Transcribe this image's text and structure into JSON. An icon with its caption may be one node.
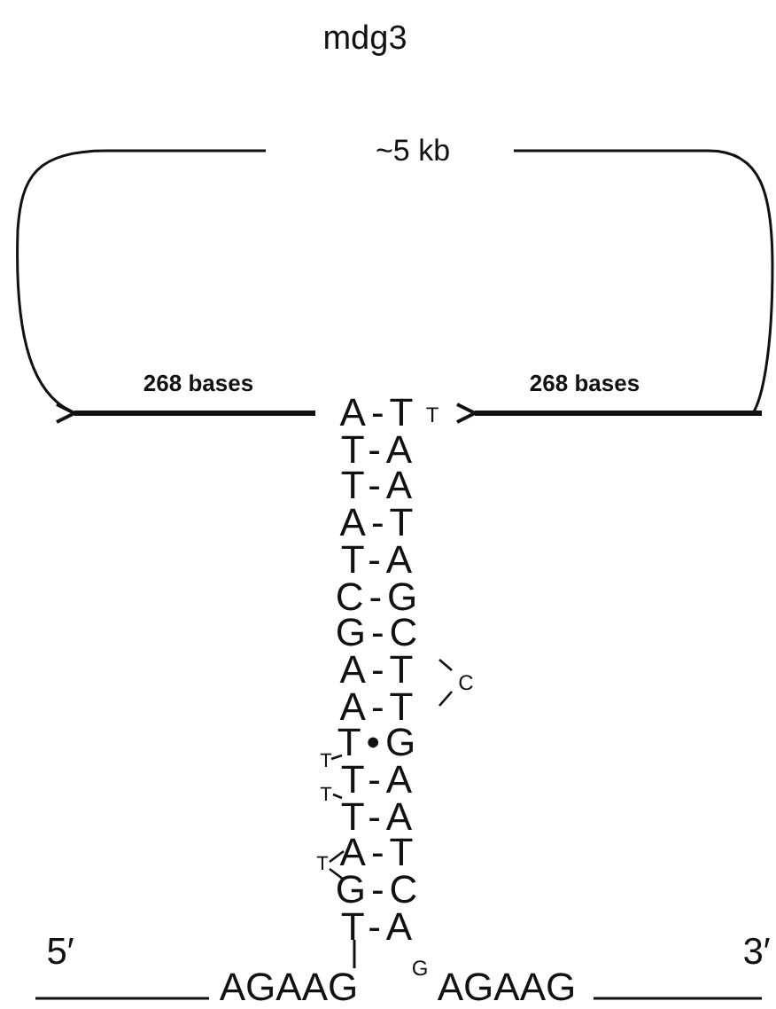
{
  "diagram": {
    "title": "mdg3",
    "labels": [
      "~5 kb",
      "268 bases",
      "268 bases",
      "A-T",
      "T",
      "T-A",
      "T-A",
      "A-T",
      "T-A",
      "C-G",
      "G-C",
      "A-T",
      "C",
      "A-T",
      "T",
      "T•G",
      "T",
      "T-A",
      "T-A",
      "A-T",
      "T",
      "G-C",
      "T-A",
      "5′",
      "3′",
      "AGAAG",
      "G",
      "AGAAG"
    ]
  }
}
